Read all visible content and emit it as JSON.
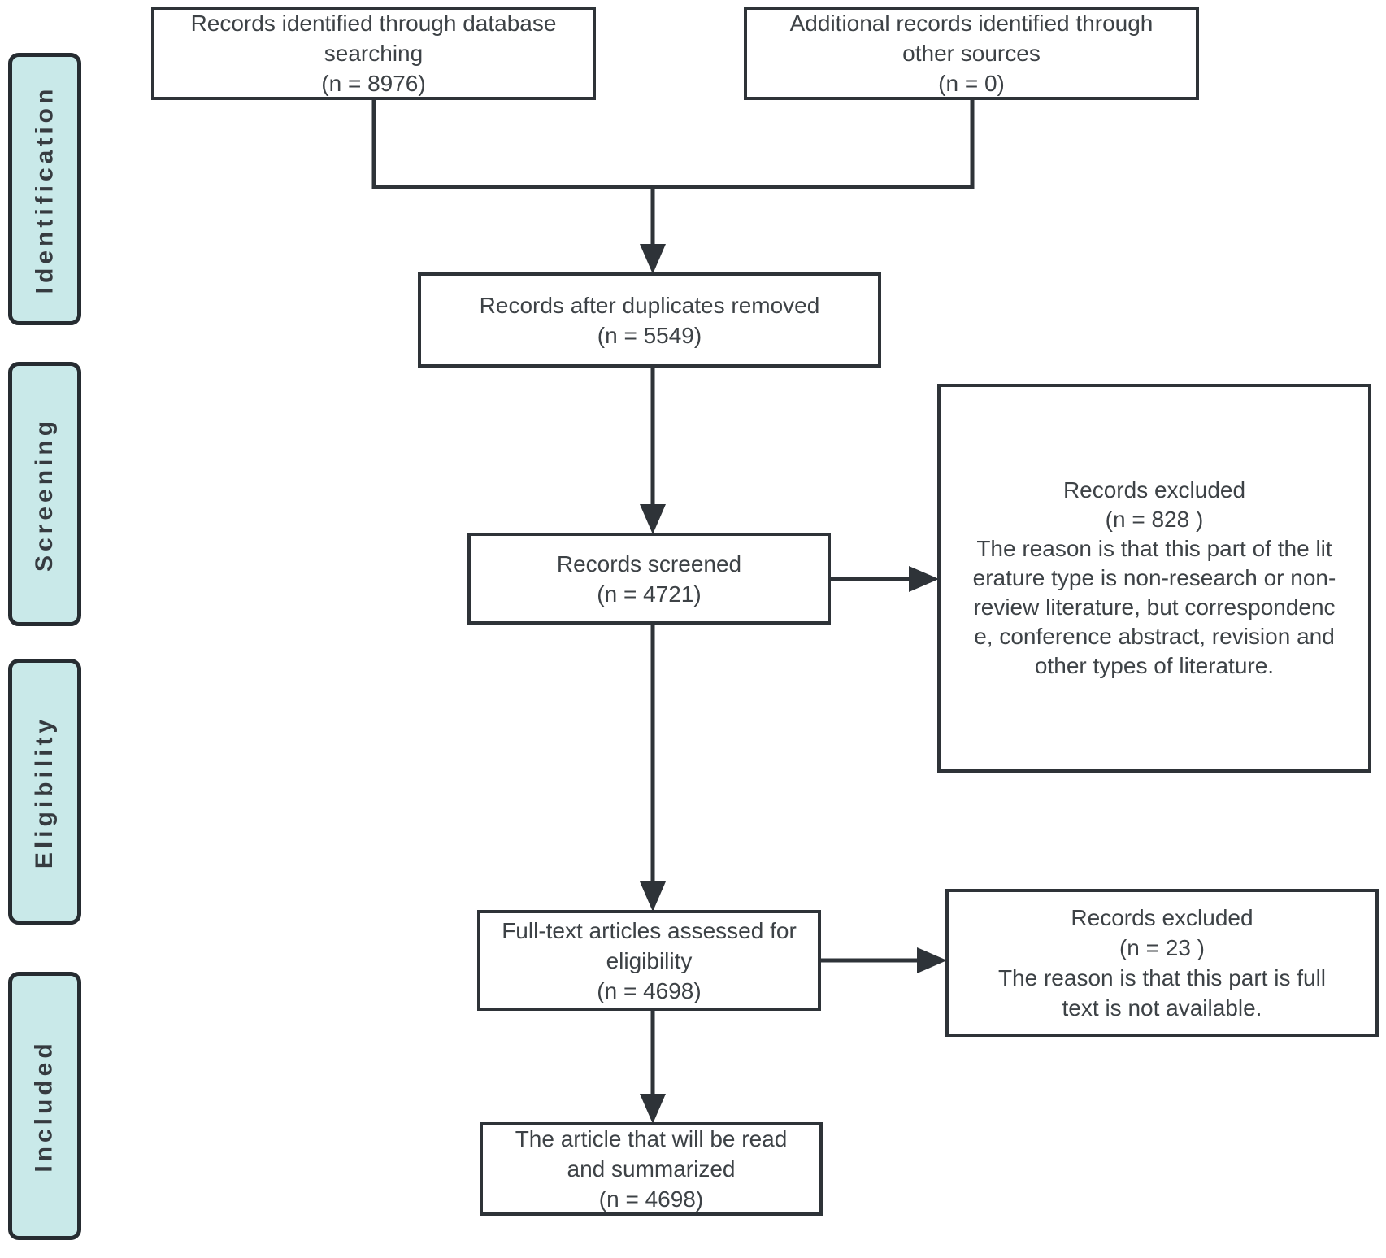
{
  "diagram": {
    "kind": "prisma-flow",
    "colors": {
      "stage_fill": "#c9e9e9",
      "stage_border": "#262c31",
      "box_border": "#2e3338",
      "connector": "#2e3338",
      "text": "#3d4246",
      "background": "#ffffff"
    },
    "stages": [
      {
        "id": "identification",
        "label": "Identification"
      },
      {
        "id": "screening",
        "label": "Screening"
      },
      {
        "id": "eligibility",
        "label": "Eligibility"
      },
      {
        "id": "included",
        "label": "Included"
      }
    ],
    "nodes": {
      "database_search": {
        "text": "Records identified through database\nsearching\n(n = 8976)"
      },
      "other_sources": {
        "text": "Additional records identified through\nother sources\n(n = 0)"
      },
      "duplicates_removed": {
        "text": "Records after duplicates removed\n(n = 5549)"
      },
      "records_screened": {
        "text": "Records screened\n(n = 4721)"
      },
      "records_excluded_screening": {
        "text": "Records excluded\n(n = 828 )\nThe reason is that this part of the lit\nerature type is non-research or non-\nreview literature, but correspondenc\ne, conference abstract, revision and\nother types of literature."
      },
      "fulltext_assessed": {
        "text": "Full-text articles assessed for\neligibility\n(n = 4698)"
      },
      "records_excluded_fulltext": {
        "text": "Records excluded\n(n = 23 )\nThe reason is that this part is full\ntext is not available."
      },
      "included_articles": {
        "text": "The article that will be read\nand summarized\n(n = 4698)"
      }
    }
  }
}
